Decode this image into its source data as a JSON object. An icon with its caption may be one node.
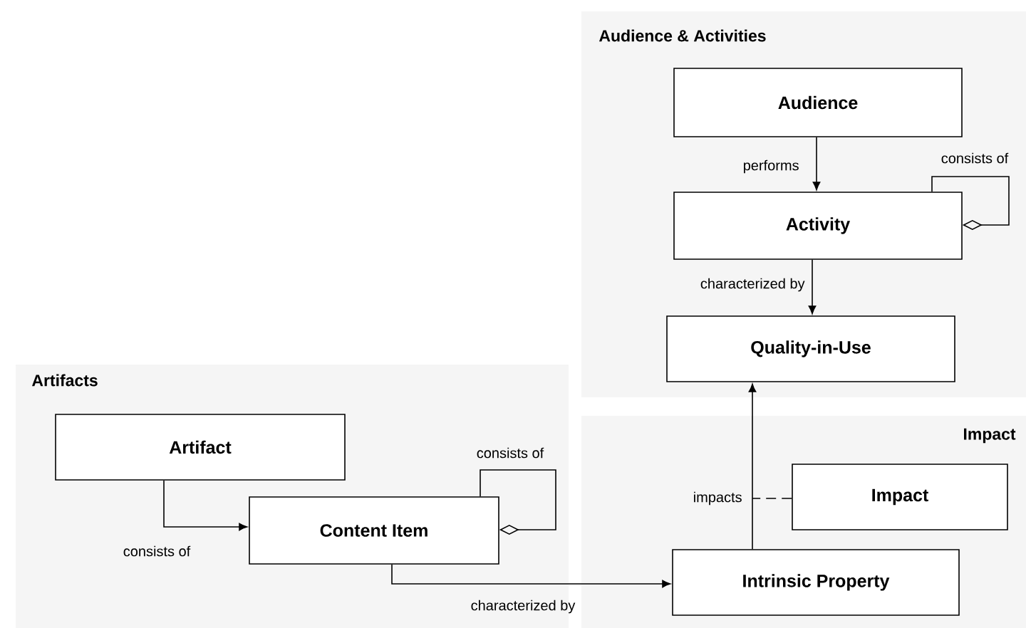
{
  "diagram": {
    "nodes": [
      {
        "text": [
          "Audience & Activities"
        ]
      },
      {
        "text": [
          "Audience"
        ],
        "in": 0
      },
      {
        "text": [
          "Activity"
        ],
        "in": 0
      },
      {
        "text": [
          "Quality-in-Use"
        ],
        "in": 0
      },
      {
        "text": [
          "Artifacts"
        ]
      },
      {
        "text": [
          "Artifact"
        ],
        "in": 4
      },
      {
        "text": [
          "Content Item"
        ],
        "in": 4
      },
      {
        "text": [
          "Impact"
        ]
      },
      {
        "text": [
          "Impact"
        ],
        "in": 7
      },
      {
        "text": [
          "Intrinsic Property"
        ],
        "in": 7
      }
    ],
    "edges": [
      {
        "from": 1,
        "to": 2,
        "arrow": "to",
        "label": "performs"
      },
      {
        "from": 2,
        "to": 2,
        "arrow": "other",
        "label": "consists of"
      },
      {
        "from": 2,
        "to": 3,
        "arrow": "to",
        "label": "characterized by"
      },
      {
        "from": 5,
        "to": 6,
        "arrow": "to",
        "label": "consists of"
      },
      {
        "from": 6,
        "to": 6,
        "arrow": "other",
        "label": "consists of"
      },
      {
        "from": 6,
        "to": 9,
        "arrow": "to",
        "label": "characterized by"
      },
      {
        "from": 9,
        "to": 3,
        "arrow": "to"
      },
      {
        "from": 8,
        "to": null,
        "arrow": "none",
        "style": "dashed",
        "label": "impacts"
      }
    ]
  }
}
